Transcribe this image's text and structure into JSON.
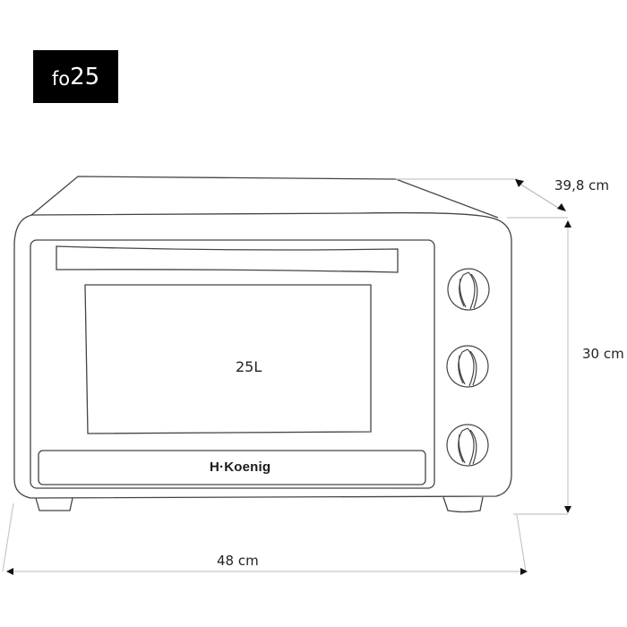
{
  "model": {
    "prefix": "fo",
    "number": "25"
  },
  "product": {
    "capacity_label": "25L",
    "brand_label": "H·Koenig",
    "knob_count": 3
  },
  "dimensions": {
    "depth": "39,8 cm",
    "height": "30 cm",
    "width": "48 cm"
  },
  "colors": {
    "badge_bg": "#000000",
    "badge_text": "#ffffff",
    "outline": "#444444",
    "dimension_line": "#c8c8c8",
    "arrow": "#111111"
  }
}
